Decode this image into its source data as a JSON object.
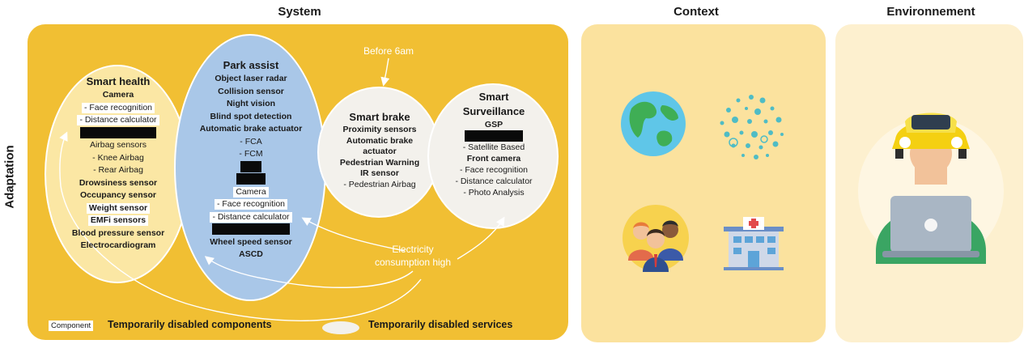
{
  "headings": {
    "system": "System",
    "context": "Context",
    "environment": "Environnement"
  },
  "side_label": "Adaptation",
  "smart_health": {
    "title": "Smart health",
    "camera": "Camera",
    "face_recognition": "-  Face recognition",
    "distance_calculator": "-  Distance calculator",
    "airbag_sensors": "Airbag sensors",
    "knee_airbag": "-  Knee Airbag",
    "rear_airbag": "-  Rear Airbag",
    "drowsiness": "Drowsiness sensor",
    "occupancy": "Occupancy sensor",
    "weight": "Weight sensor",
    "emfi": "EMFi sensors",
    "blood_pressure": "Blood pressure sensor",
    "ecg": "Electrocardiogram"
  },
  "park_assist": {
    "title": "Park assist",
    "object_laser": "Object laser radar",
    "collision": "Collision sensor",
    "night_vision": "Night vision",
    "blind_spot": "Blind spot detection",
    "auto_brake": "Automatic brake actuator",
    "fca": "-  FCA",
    "fcm": "-  FCM",
    "camera": "Camera",
    "face_recognition": "-  Face recognition",
    "distance_calculator": "-  Distance calculator",
    "wheel_speed": "Wheel speed sensor",
    "ascd": "ASCD"
  },
  "smart_brake": {
    "title": "Smart brake",
    "proximity": "Proximity sensors",
    "auto_brake_1": "Automatic brake",
    "auto_brake_2": "actuator",
    "pedestrian_warning": "Pedestrian Warning",
    "ir_sensor": "IR sensor",
    "pedestrian_airbag": "-  Pedestrian Airbag"
  },
  "smart_surveillance": {
    "title_1": "Smart",
    "title_2": "Surveillance",
    "gsp": "GSP",
    "satellite": "-  Satellite Based",
    "front_camera": "Front camera",
    "face_recognition": "-  Face recognition",
    "distance_calculator": "-  Distance calculator",
    "photo_analysis": "-  Photo Analysis"
  },
  "notes": {
    "before_6am": "Before 6am",
    "electricity_1": "Electricity",
    "electricity_2": "consumption high"
  },
  "legend": {
    "component_box": "Component",
    "components": "Temporarily disabled components",
    "services": "Temporarily disabled services"
  },
  "icons": {
    "context": [
      "globe-icon",
      "particles-icon",
      "people-group-icon",
      "hospital-icon"
    ],
    "environment": [
      "driver-with-car-icon"
    ]
  },
  "colors": {
    "system_panel": "#f1bf33",
    "context_panel": "#fbe29e",
    "environment_panel": "#fdf0cf",
    "park_assist_oval": "#a9c7e8",
    "smart_health_oval": "#fbe7a4",
    "service_oval": "#f3f1ec"
  }
}
